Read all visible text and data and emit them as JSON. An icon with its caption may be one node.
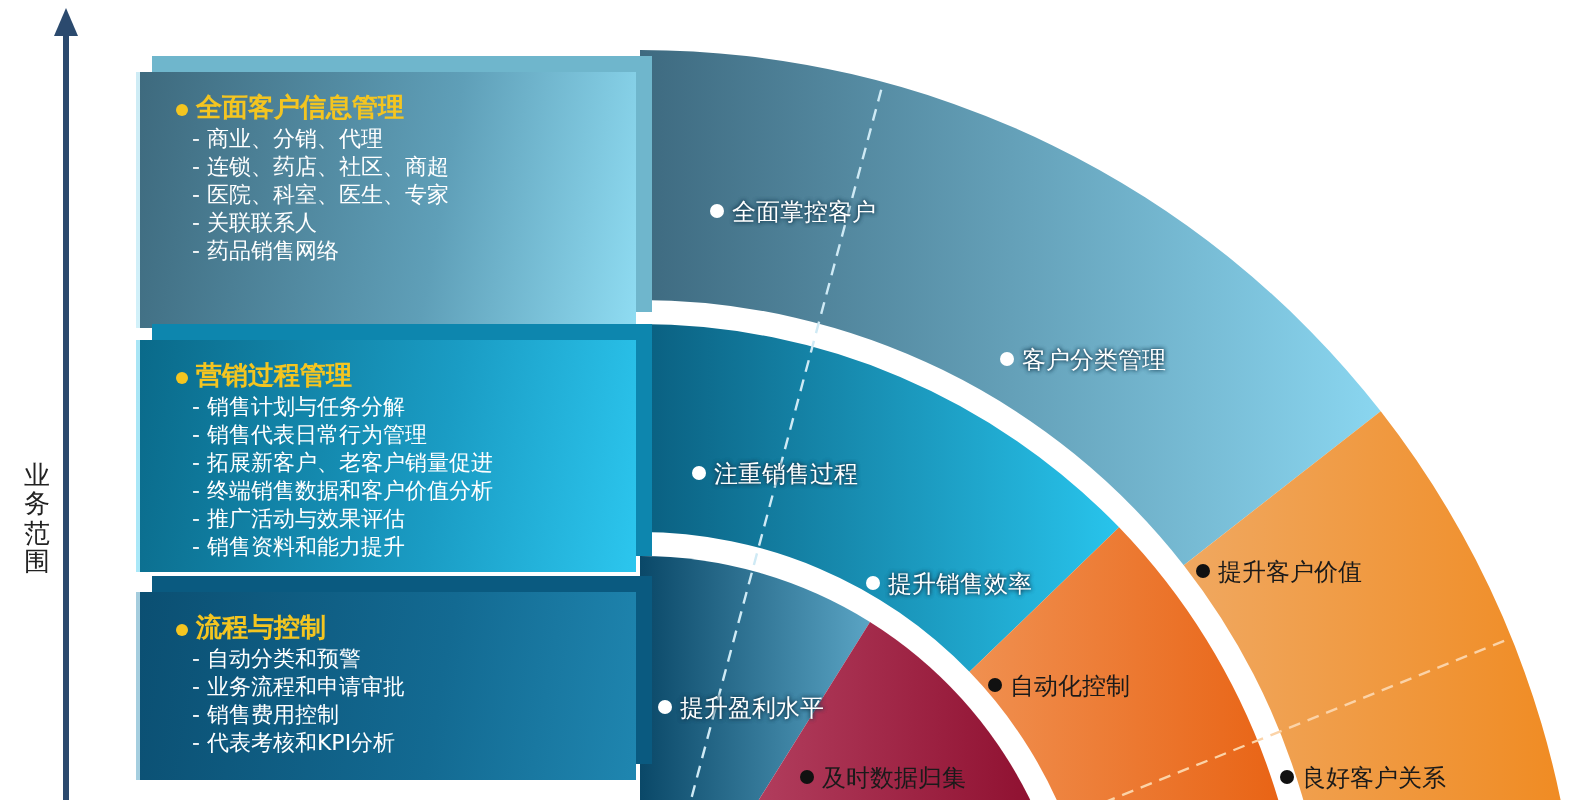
{
  "diagram": {
    "nodes": [
      {
        "text": [
          "全面客户信息管理",
          "- 商业、分销、代理",
          "- 连锁、药店、社区、商超",
          "- 医院、科室、医生、专家",
          "- 关联联系人",
          "- 药品销售网络"
        ]
      },
      {
        "text": [
          "营销过程管理",
          "- 销售计划与任务分解",
          "- 销售代表日常行为管理",
          "- 拓展新客户、老客户销量促进",
          "- 终端销售数据和客户价值分析",
          "- 推广活动与效果评估",
          "- 销售资料和能力提升"
        ]
      },
      {
        "text": [
          "流程与控制",
          "- 自动分类和预警",
          "- 业务流程和申请审批",
          "- 销售费用控制",
          "- 代表考核和KPI分析"
        ]
      }
    ],
    "labels": [
      "业务范围",
      "全面掌控客户",
      "客户分类管理",
      "注重销售过程",
      "提升销售效率",
      "提升客户价值",
      "提升盈利水平",
      "自动化控制",
      "及时数据归集",
      "良好客户关系"
    ]
  }
}
